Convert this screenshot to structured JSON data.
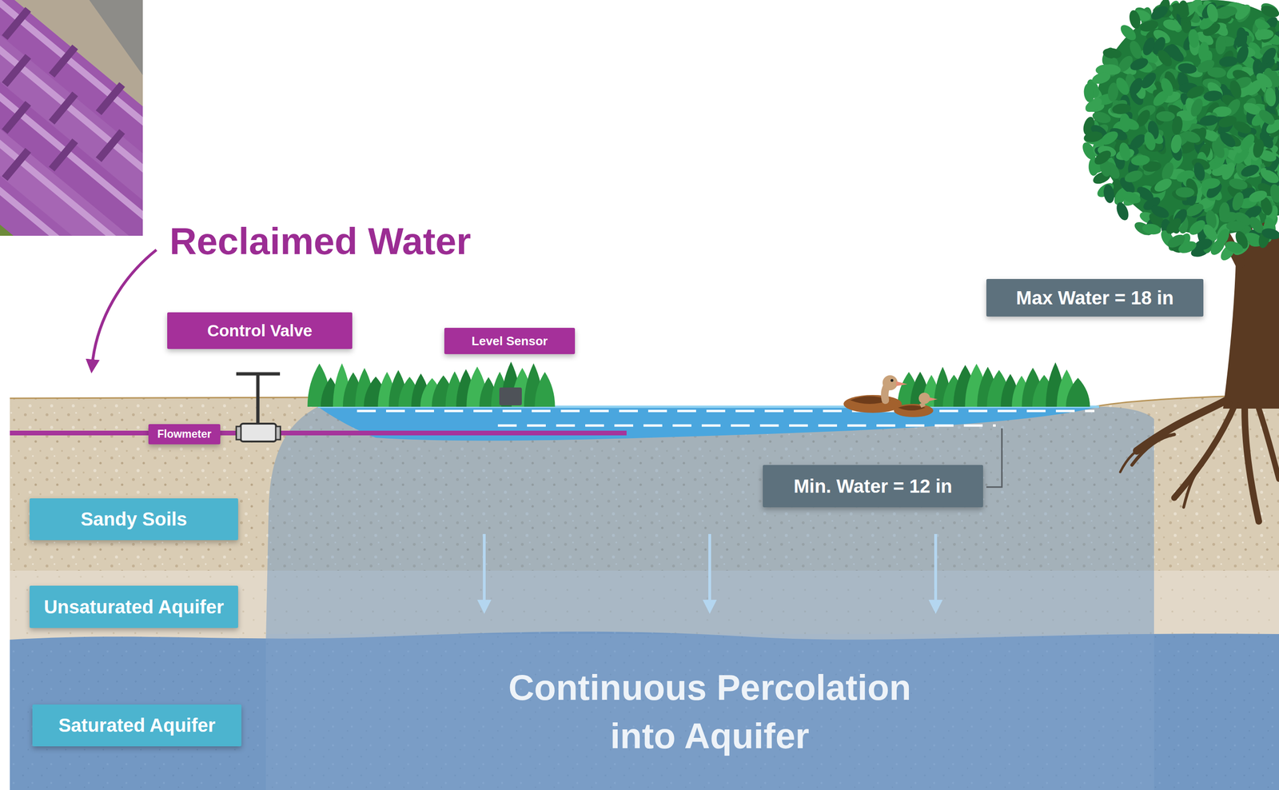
{
  "diagram": {
    "nodes": [
      {
        "text": [
          "Control Valve"
        ]
      },
      {
        "text": [
          "Level Sensor"
        ]
      },
      {
        "text": [
          "Max Water = 18 in"
        ]
      },
      {
        "text": [
          "Flowmeter"
        ]
      },
      {
        "text": [
          "Min. Water = 12 in"
        ]
      },
      {
        "text": [
          "Sandy Soils"
        ]
      },
      {
        "text": [
          "Unsaturated Aquifer"
        ]
      },
      {
        "text": [
          "Saturated Aquifer"
        ]
      }
    ],
    "labels": [
      "Reclaimed Water",
      "Continuous Percolation into Aquifer"
    ]
  }
}
